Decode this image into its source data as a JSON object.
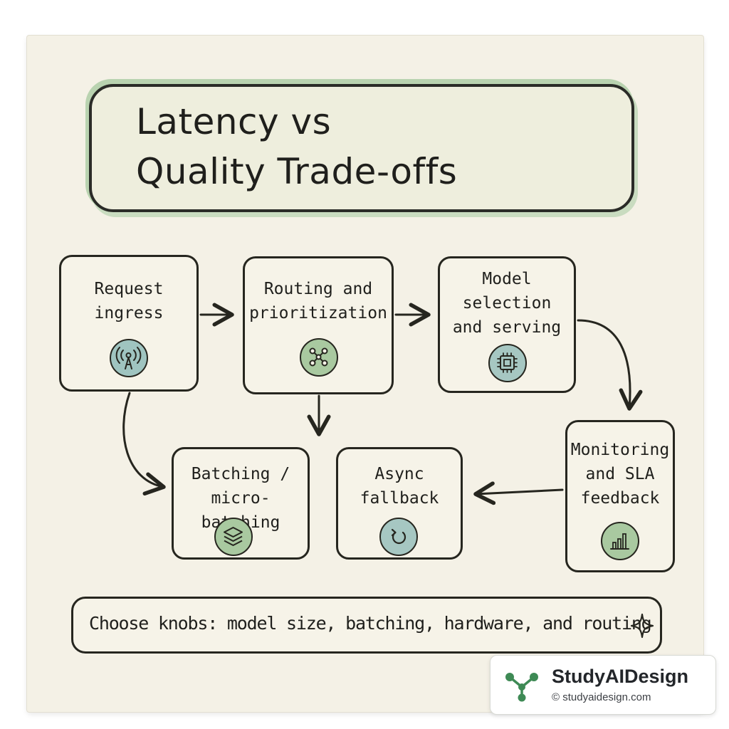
{
  "title": {
    "line1": "Latency vs",
    "line2": "Quality Trade-offs"
  },
  "nodes": [
    {
      "id": "request-ingress",
      "label": "Request\ningress",
      "icon": "antenna-signal-icon",
      "icon_color": "#9fc4c0"
    },
    {
      "id": "routing",
      "label": "Routing and\nprioritization",
      "icon": "network-nodes-icon",
      "icon_color": "#a9c9a0"
    },
    {
      "id": "model-selection",
      "label": "Model\nselection\nand serving",
      "icon": "chip-icon",
      "icon_color": "#a6c7c2"
    },
    {
      "id": "monitoring",
      "label": "Monitoring\nand SLA\nfeedback",
      "icon": "bar-chart-icon",
      "icon_color": "#a9c9a0"
    },
    {
      "id": "async-fallback",
      "label": "Async\nfallback",
      "icon": "refresh-icon",
      "icon_color": "#a6c7c2"
    },
    {
      "id": "batching",
      "label": "Batching /\nmicro-batching",
      "icon": "layers-icon",
      "icon_color": "#a9c9a0"
    }
  ],
  "footer": {
    "text": "Choose knobs: model size, batching, hardware, and routing",
    "icon": "sparkle-icon"
  },
  "brand": {
    "name": "StudyAIDesign",
    "url": "© studyaidesign.com",
    "icon": "molecule-logo-icon",
    "color": "#3e8a55"
  }
}
